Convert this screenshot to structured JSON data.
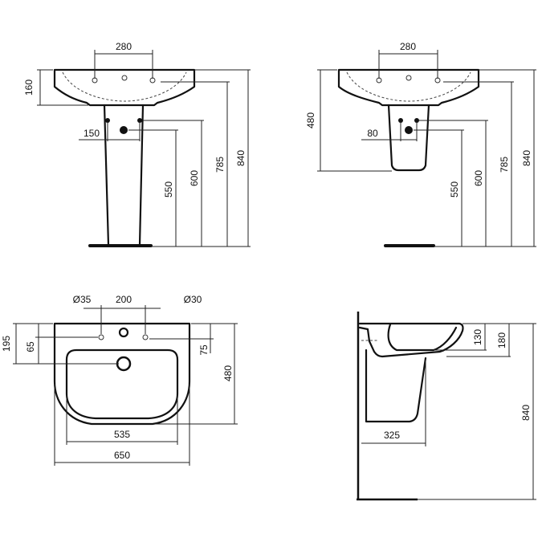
{
  "views": {
    "pedestal_front": {
      "tap_hole_spacing": "280",
      "basin_height": "160",
      "waste_outlet_spacing": "150",
      "waste_height": "550",
      "supply_height": "600",
      "basin_top_height": "785",
      "overall_height": "840"
    },
    "semi_pedestal_front": {
      "tap_hole_spacing": "280",
      "pedestal_height": "480",
      "waste_outlet_spacing": "80",
      "waste_height": "550",
      "supply_height": "600",
      "basin_top_height": "785",
      "overall_height": "840"
    },
    "plan_view": {
      "tap_hole_diameter_left": "Ø35",
      "hole_spacing": "200",
      "tap_hole_diameter_right": "Ø30",
      "rear_depth": "195",
      "hole_offset_left": "65",
      "hole_offset_right": "75",
      "basin_depth": "480",
      "bowl_width": "535",
      "basin_width": "650"
    },
    "side_view": {
      "bowl_depth": "130",
      "basin_height": "180",
      "overall_height": "840",
      "projection": "325"
    }
  }
}
